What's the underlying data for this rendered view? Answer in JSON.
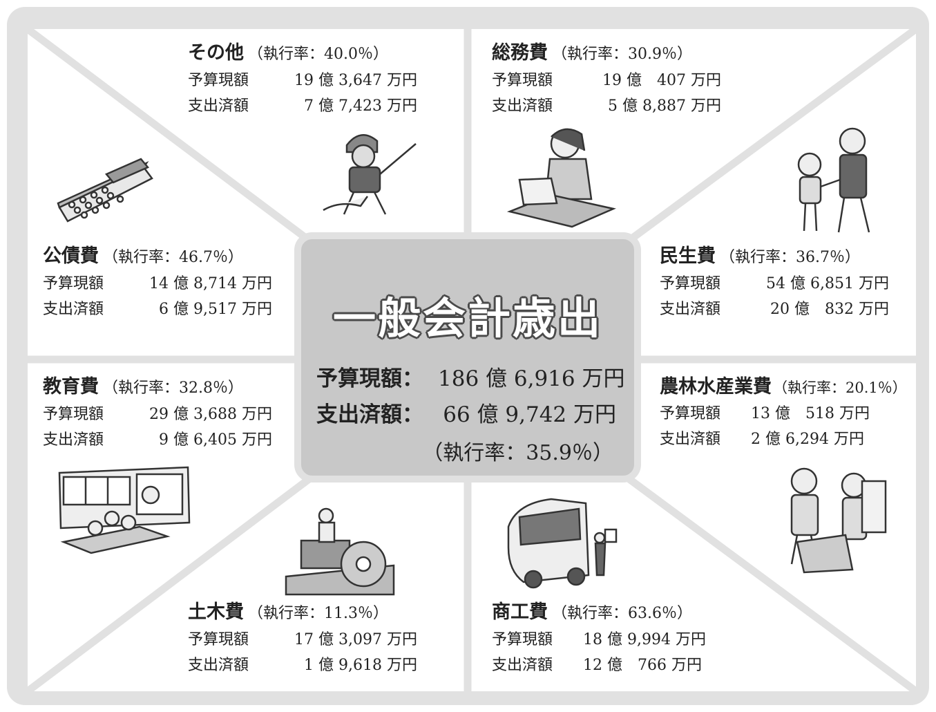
{
  "center": {
    "title": "一般会計歳出",
    "budget_label": "予算現額：",
    "budget_value": "186 億 6,916 万円",
    "spent_label": "支出済額：",
    "spent_value": "66 億 9,742 万円",
    "rate": "（執行率：35.9％）"
  },
  "labels": {
    "budget": "予算現額",
    "spent": "支出済額"
  },
  "sections": {
    "other": {
      "name": "その他",
      "rate": "（執行率：40.0％）",
      "budget": "19 億 3,647 万円",
      "spent": "7 億 7,423 万円"
    },
    "general": {
      "name": "総務費",
      "rate": "（執行率：30.9％）",
      "budget": "19 億　407 万円",
      "spent": "5 億 8,887 万円"
    },
    "debt": {
      "name": "公債費",
      "rate": "（執行率：46.7％）",
      "budget": "14 億 8,714 万円",
      "spent": "6 億 9,517 万円"
    },
    "welfare": {
      "name": "民生費",
      "rate": "（執行率：36.7％）",
      "budget": "54 億 6,851 万円",
      "spent": "20 億　832 万円"
    },
    "education": {
      "name": "教育費",
      "rate": "（執行率：32.8％）",
      "budget": "29 億 3,688 万円",
      "spent": "9 億 6,405 万円"
    },
    "agriculture": {
      "name": "農林水産業費",
      "rate": "（執行率：20.1％）",
      "budget": "13 億　518 万円",
      "spent": "2 億 6,294 万円"
    },
    "civil": {
      "name": "土木費",
      "rate": "（執行率：11.3％）",
      "budget": "17 億 3,097 万円",
      "spent": "1 億 9,618 万円"
    },
    "commerce": {
      "name": "商工費",
      "rate": "（執行率：63.6％）",
      "budget": "18 億 9,994 万円",
      "spent": "12 億　766 万円"
    }
  }
}
